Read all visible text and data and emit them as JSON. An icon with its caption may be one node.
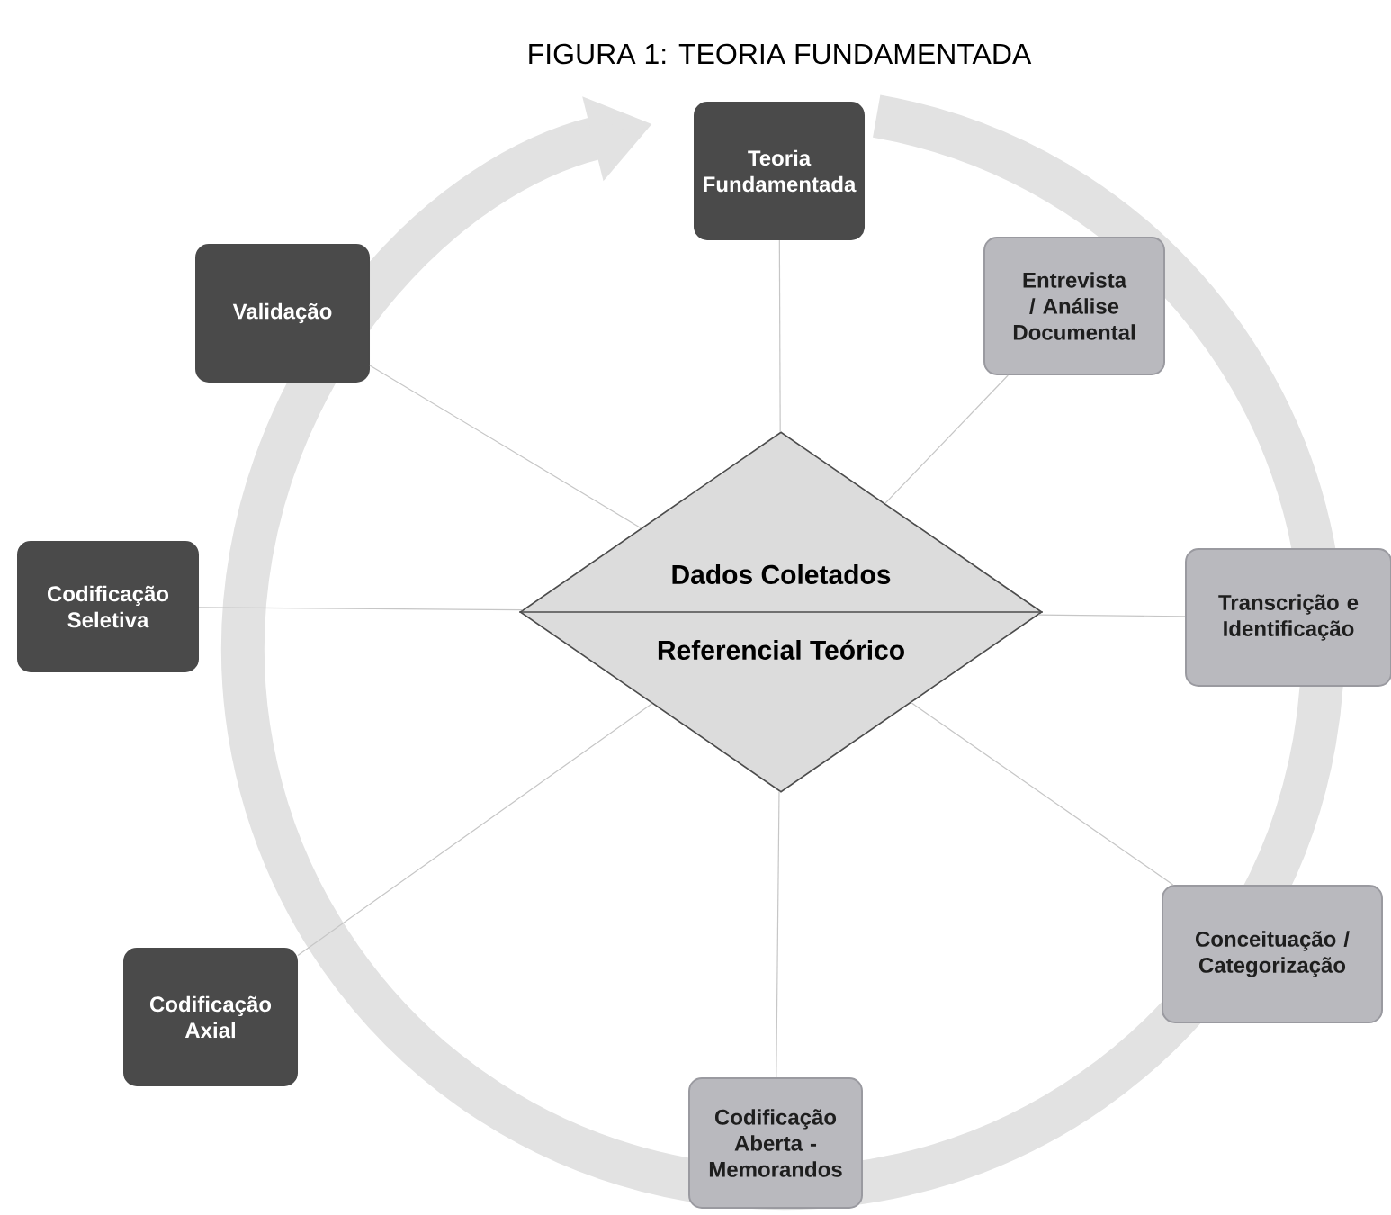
{
  "diagram": {
    "title": "FIGURA 1: TEORIA FUNDAMENTADA",
    "nodes": [
      {
        "text": [
          "Teoria Fundamentada"
        ]
      },
      {
        "text": [
          "Entrevista / Análise Documental"
        ]
      },
      {
        "text": [
          "Transcrição e Identificação"
        ]
      },
      {
        "text": [
          "Conceituação / Categorização"
        ]
      },
      {
        "text": [
          "Codificação Aberta - Memorandos"
        ]
      },
      {
        "text": [
          "Codificação Axial"
        ]
      },
      {
        "text": [
          "Codificação Seletiva"
        ]
      },
      {
        "text": [
          "Validação"
        ]
      },
      {
        "text": [
          "Dados Coletados",
          "Referencial Teórico"
        ]
      }
    ],
    "edges": [
      {
        "from": 8,
        "to": 0,
        "arrow": "none"
      },
      {
        "from": 8,
        "to": 1,
        "arrow": "none"
      },
      {
        "from": 8,
        "to": 2,
        "arrow": "none"
      },
      {
        "from": 8,
        "to": 3,
        "arrow": "none"
      },
      {
        "from": 8,
        "to": 4,
        "arrow": "none"
      },
      {
        "from": 8,
        "to": 5,
        "arrow": "none"
      },
      {
        "from": 8,
        "to": 6,
        "arrow": "none"
      },
      {
        "from": 8,
        "to": 7,
        "arrow": "none"
      }
    ]
  }
}
